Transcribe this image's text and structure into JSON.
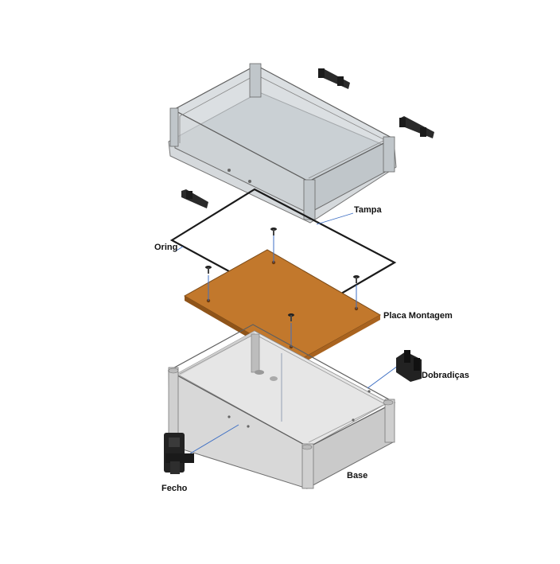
{
  "labels": {
    "tampa": "Tampa",
    "oring": "Oring",
    "placa": "Placa Montagem",
    "dobradicas": "Dobradiças",
    "fecho": "Fecho",
    "base": "Base"
  },
  "colors": {
    "lid_fill": "#b9c1c6",
    "oring": "#1a1a1a",
    "plate": "#c2782c",
    "plate_edge": "#7a4a18",
    "base": "#d9d9d9",
    "base_side": "#cfcfcf",
    "hardware": "#2a2a2a",
    "guide": "#3d6fc4"
  }
}
